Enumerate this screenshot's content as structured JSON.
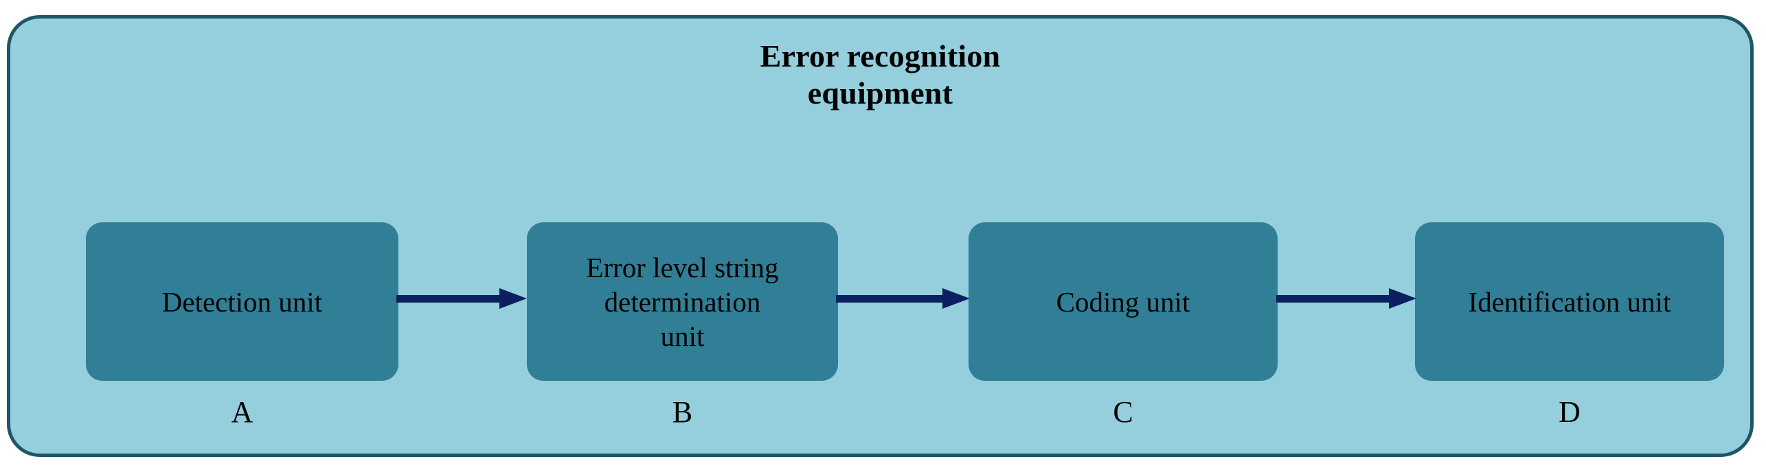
{
  "diagram": {
    "title_lines": [
      "Error recognition",
      "equipment"
    ],
    "colors": {
      "container_fill": "#95cedd",
      "container_border": "#205566",
      "box_fill": "#317f96",
      "arrow": "#0a2060",
      "text": "#000000",
      "page_background": "#ffffff"
    },
    "stages": [
      {
        "caption": "A",
        "lines": [
          "Detection unit"
        ]
      },
      {
        "caption": "B",
        "lines": [
          "Error level string",
          "determination",
          "unit"
        ]
      },
      {
        "caption": "C",
        "lines": [
          "Coding unit"
        ]
      },
      {
        "caption": "D",
        "lines": [
          "Identification unit"
        ]
      }
    ],
    "arrows": [
      {
        "from": "A",
        "to": "B",
        "direction": "right"
      },
      {
        "from": "B",
        "to": "C",
        "direction": "right"
      },
      {
        "from": "C",
        "to": "D",
        "direction": "right"
      }
    ]
  }
}
